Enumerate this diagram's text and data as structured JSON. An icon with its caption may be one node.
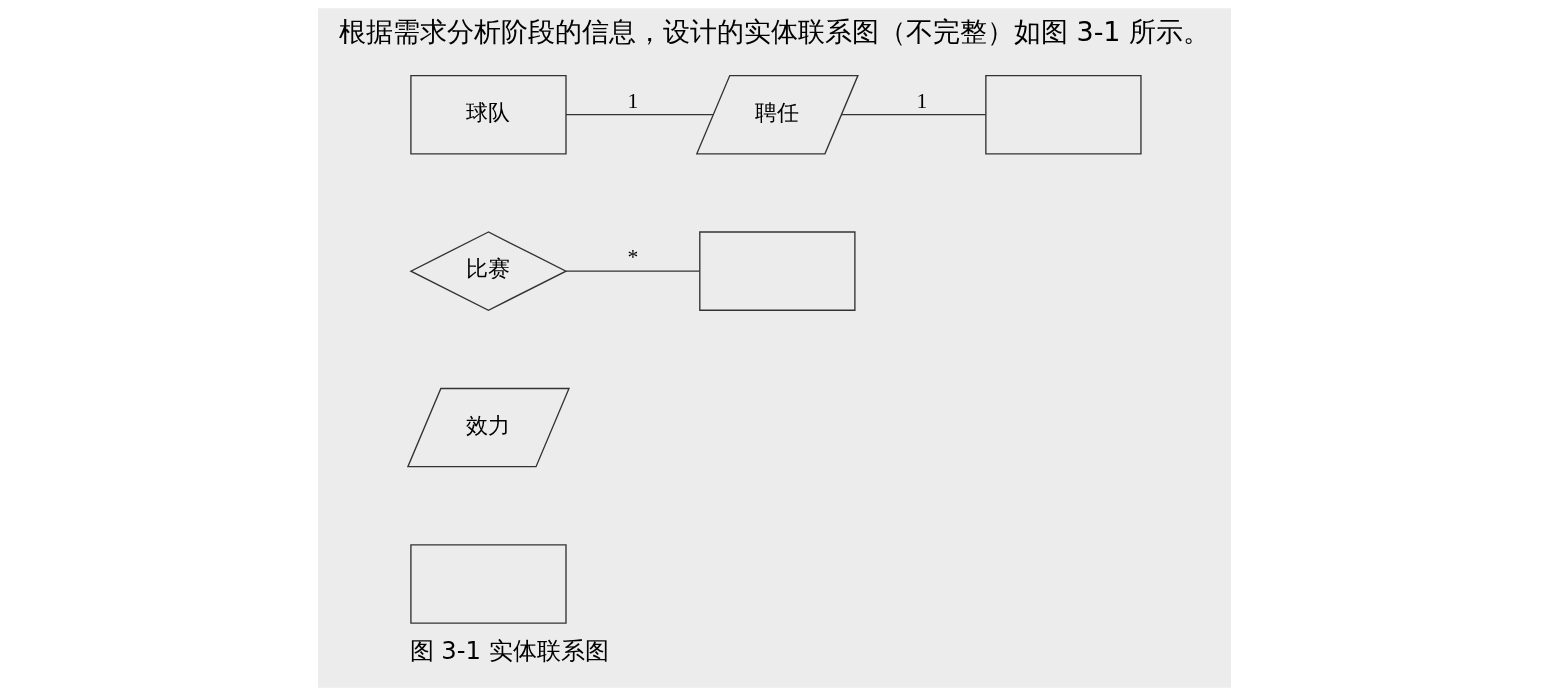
{
  "diagram": {
    "title": "根据需求分析阶段的信息，设计的实体联系图（不完整）如图 3-1 所示。",
    "caption": "图 3-1 实体联系图",
    "nodes": [
      {
        "text": [
          "球队"
        ]
      },
      {
        "text": [
          "比赛"
        ]
      },
      {
        "text": [],
        "shape": "box"
      },
      {
        "text": [
          "效力"
        ]
      },
      {
        "text": [
          "聘任"
        ]
      },
      {
        "text": [],
        "shape": "box"
      },
      {
        "text": [],
        "shape": "box"
      }
    ],
    "edges": [
      {
        "from": 0,
        "to": 4,
        "arrow": "none",
        "label": "1"
      },
      {
        "from": 1,
        "to": 2,
        "arrow": "none",
        "label": "*"
      },
      {
        "from": 4,
        "to": 5,
        "arrow": "none",
        "label": "1"
      }
    ]
  }
}
